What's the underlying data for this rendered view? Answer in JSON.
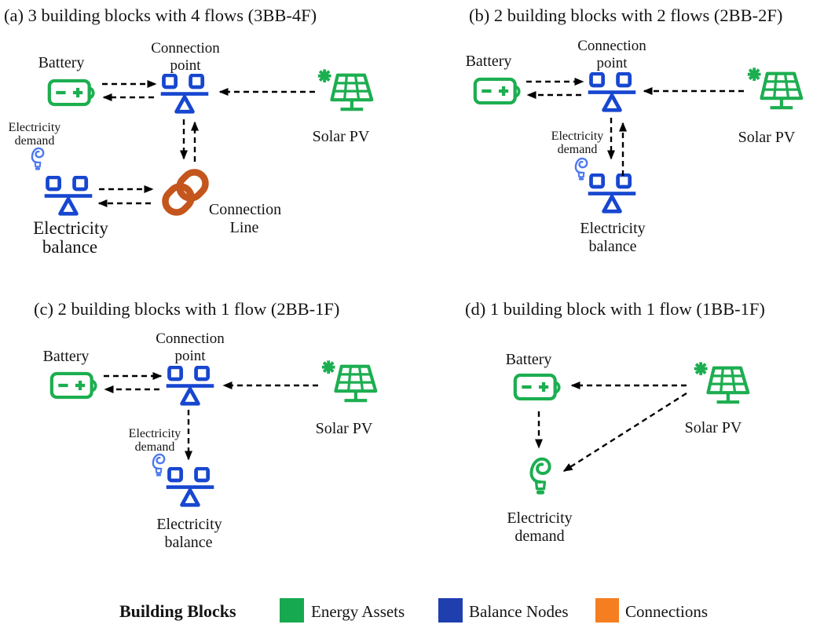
{
  "figure": {
    "panels": [
      {
        "id": "a",
        "title": "(a) 3 building blocks with 4 flows (3BB-4F)",
        "labels": {
          "battery": "Battery",
          "connection_point": [
            "Connection",
            "point"
          ],
          "solar_pv": "Solar PV",
          "electricity_demand": [
            "Electricity",
            "demand"
          ],
          "electricity_balance": [
            "Electricity",
            "balance"
          ],
          "connection_line": [
            "Connection",
            "Line"
          ]
        }
      },
      {
        "id": "b",
        "title": "(b) 2 building blocks with 2 flows (2BB-2F)",
        "labels": {
          "battery": "Battery",
          "connection_point": [
            "Connection",
            "point"
          ],
          "solar_pv": "Solar PV",
          "electricity_demand": [
            "Electricity",
            "demand"
          ],
          "electricity_balance": [
            "Electricity",
            "balance"
          ]
        }
      },
      {
        "id": "c",
        "title": "(c) 2 building blocks with 1 flow (2BB-1F)",
        "labels": {
          "battery": "Battery",
          "connection_point": [
            "Connection",
            "point"
          ],
          "solar_pv": "Solar PV",
          "electricity_demand": [
            "Electricity",
            "demand"
          ],
          "electricity_balance": [
            "Electricity",
            "balance"
          ]
        }
      },
      {
        "id": "d",
        "title": "(d) 1 building block with 1 flow (1BB-1F)",
        "labels": {
          "battery": "Battery",
          "solar_pv": "Solar PV",
          "electricity_demand": [
            "Electricity",
            "demand"
          ]
        }
      }
    ],
    "legend": {
      "heading": "Building Blocks",
      "items": [
        {
          "label": "Energy Assets",
          "color": "#17A94F"
        },
        {
          "label": "Balance Nodes",
          "color": "#1F3FAE"
        },
        {
          "label": "Connections",
          "color": "#F57E20"
        }
      ]
    },
    "colors": {
      "energy_asset": "#1CAE50",
      "balance_node": "#1747D0",
      "demand_bulb": "#4D79F0",
      "connection_line": "#C4551C",
      "flow_arrow": "#000000"
    }
  }
}
